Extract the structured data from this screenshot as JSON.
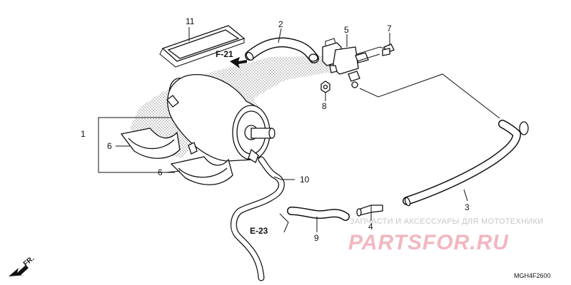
{
  "callouts": {
    "c1": "1",
    "c2": "2",
    "c3": "3",
    "c4": "4",
    "c5": "5",
    "c6a": "6",
    "c6b": "6",
    "c7": "7",
    "c8": "8",
    "c9": "9",
    "c10": "10",
    "c11": "11"
  },
  "references": {
    "f21": "F-21",
    "e23": "E-23",
    "front": "FR."
  },
  "diagram_code": "MGH4F2600",
  "watermark": {
    "line1": "ЗАПЧАСТИ И АКСЕССУАРЫ ДЛЯ МОТОТЕХНИКИ",
    "line2": "PARTSFOR.RU"
  }
}
